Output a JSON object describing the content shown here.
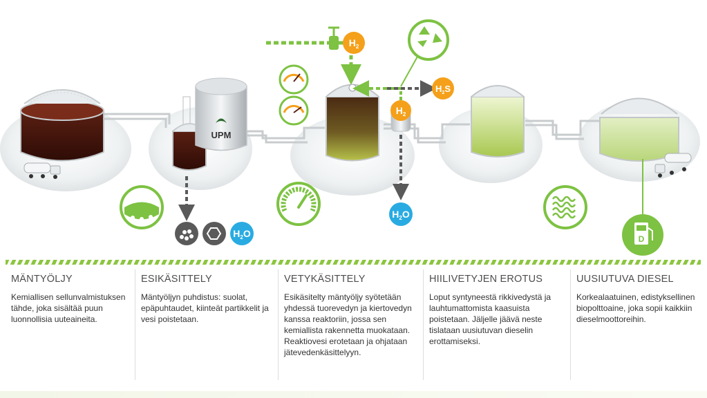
{
  "diagram": {
    "tank_logo": "UPM",
    "chemicals": {
      "h2_input": "H",
      "h2_input_sub": "2",
      "h2_recycle": "H",
      "h2_recycle_sub": "2",
      "h2s_h": "H",
      "h2s_sub": "2",
      "h2s_s": "S",
      "water_pretreat_h": "H",
      "water_pretreat_sub": "2",
      "water_pretreat_o": "O",
      "water_hydro_h": "H",
      "water_hydro_sub": "2",
      "water_hydro_o": "O",
      "diesel_pump_letter": "D"
    },
    "icons": [
      "recycle-icon",
      "pressure-gauge-icon",
      "temperature-gauge-icon",
      "speedometer-icon",
      "liquid-icon",
      "waves-icon",
      "fuel-pump-icon",
      "truck-icon"
    ]
  },
  "steps": [
    {
      "title": "MÄNTYÖLJY",
      "text": "Kemiallisen sellunvalmistuksen tähde, joka sisältää puun luonnollisia uuteaineita."
    },
    {
      "title": "ESIKÄSITTELY",
      "text": "Mäntyöljyn puhdistus: suolat, epäpuhtaudet, kiinteät partikkelit ja vesi poistetaan."
    },
    {
      "title": "VETYKÄSITTELY",
      "text": "Esikäsitelty mäntyöljy syötetään yhdessä tuorevedyn ja kiertovedyn kanssa reaktoriin, jossa sen kemiallista rakennetta muokataan. Reaktiovesi erotetaan ja ohjataan jätevedenkäsittelyyn."
    },
    {
      "title": "HIILIVETYJEN EROTUS",
      "text": "Loput syntyneestä rikkivedystä ja lauhtumattomista kaasuista poistetaan. Jäljelle jäävä neste tislataan uusiutuvan dieselin erottamiseksi."
    },
    {
      "title": "UUSIUTUVA DIESEL",
      "text": "Korkealaatuinen, edistyksellinen biopolttoaine, joka sopii kaikkiin dieselmoottoreihin."
    }
  ],
  "colors": {
    "green": "#7dc242",
    "orange": "#f5a01a",
    "blue": "#29abe2",
    "grey": "#5a5a5a"
  }
}
